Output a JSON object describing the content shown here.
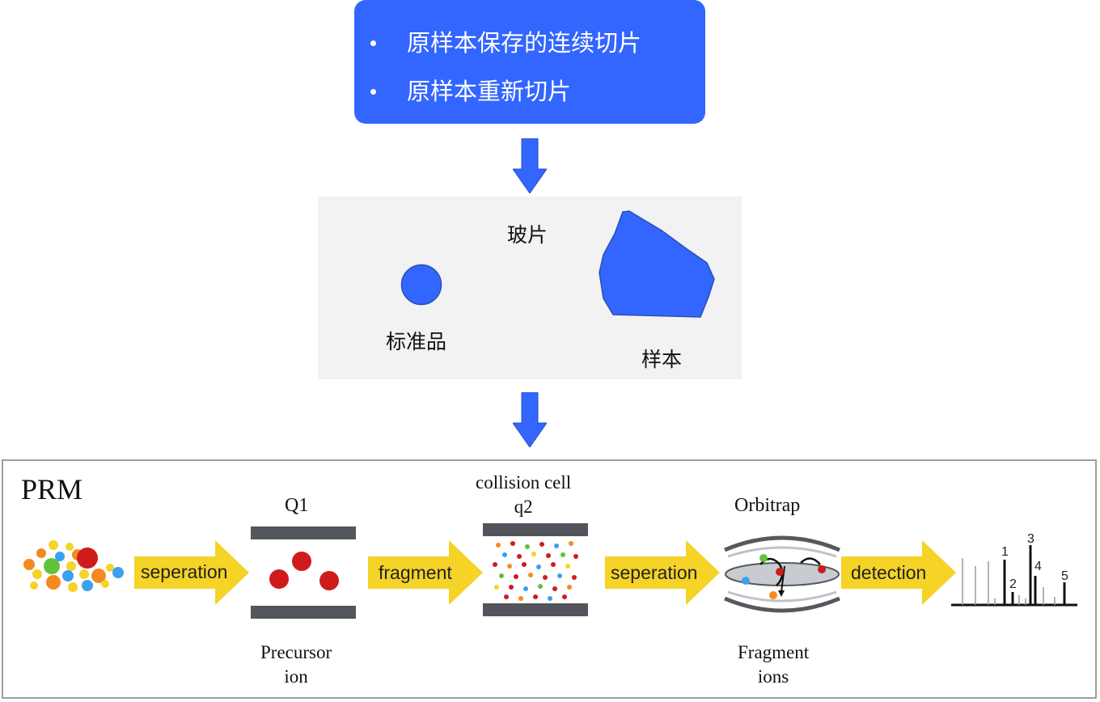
{
  "top_box": {
    "items": [
      "原样本保存的连续切片",
      "原样本重新切片"
    ],
    "color": "#3366ff"
  },
  "slide_panel": {
    "slide_label": "玻片",
    "standard_label": "标准品",
    "sample_label": "样本",
    "shape_color": "#3366ff"
  },
  "prm": {
    "title": "PRM",
    "q1_label": "Q1",
    "collision_label_line1": "collision cell",
    "collision_label_line2": "q2",
    "orbitrap_label": "Orbitrap",
    "precursor_line1": "Precursor",
    "precursor_line2": "ion",
    "fragment_ions_line1": "Fragment",
    "fragment_ions_line2": "ions",
    "arrows": [
      "seperation",
      "fragment",
      "seperation",
      "detection"
    ],
    "peak_labels": [
      "1",
      "2",
      "3",
      "4",
      "5"
    ],
    "arrow_color": "#f5d327",
    "plate_color": "#52555b"
  }
}
